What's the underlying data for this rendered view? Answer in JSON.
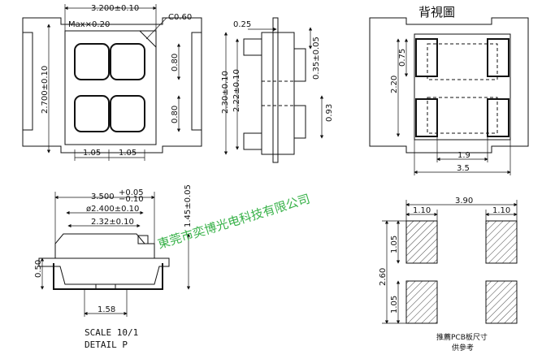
{
  "top_view": {
    "width_dim": "3.200±0.10",
    "max_radius": "Max×0.20",
    "corner_chamfer": "C0.60",
    "height_dim": "2.700±0.10",
    "pad_height_upper": "0.80",
    "pad_height_lower": "0.80",
    "pad_width_left": "1.05",
    "pad_width_right": "1.05"
  },
  "side_view": {
    "thickness_top": "0.25",
    "lead_offset": "0.35±0.05",
    "height_outer": "2.30±0.10",
    "height_inner": "2.22±0.10",
    "lead_length": "0.93"
  },
  "back_view": {
    "title": "背視圖",
    "pad_height": "0.75",
    "height": "2.20",
    "inner_width": "1.9",
    "outer_width": "3.5"
  },
  "profile_view": {
    "length_dim_base": "3.500",
    "length_dim_tol_upper": "+0.05",
    "length_dim_tol_lower": "−0.10",
    "diameter_dim": "ø2.400±0.10",
    "window_dim": "2.32±0.10",
    "height_dim": "1.45±0.05",
    "lead_height": "0.50",
    "bottom_dim": "1.58",
    "scale_label": "SCALE 10/1",
    "detail_label": "DETAIL P"
  },
  "pcb_footprint": {
    "total_width": "3.90",
    "pad_width_left": "1.10",
    "pad_width_right": "1.10",
    "total_height": "2.60",
    "pad_height_upper": "1.05",
    "pad_height_lower": "1.05",
    "caption_line1": "推薦PCB板尺寸",
    "caption_line2": "供參考"
  },
  "watermark": "東莞市奕博光电科技有限公司"
}
